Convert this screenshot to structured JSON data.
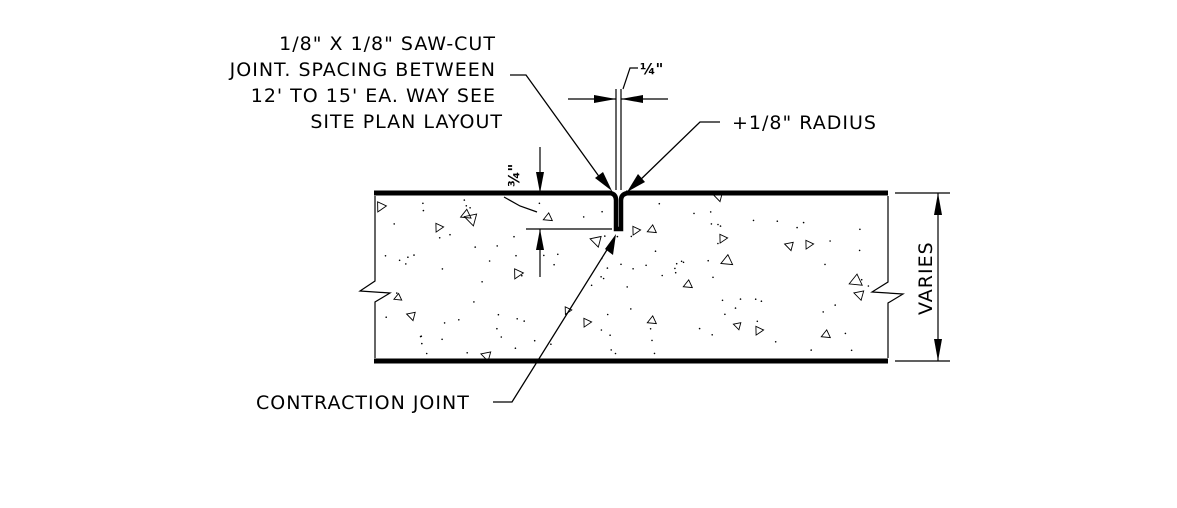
{
  "labels": {
    "sawcut_lines": [
      "1/8\" X 1/8\" SAW-CUT",
      "JOINT. SPACING BETWEEN",
      "12' TO 15' EA. WAY SEE",
      "SITE PLAN LAYOUT"
    ],
    "width_dim": "¼\"",
    "radius": "+1/8\" RADIUS",
    "depth_dim": "¾\"",
    "varies": "VARIES",
    "contraction": "CONTRACTION JOINT"
  },
  "colors": {
    "ink": "#000000",
    "background": "#ffffff"
  }
}
